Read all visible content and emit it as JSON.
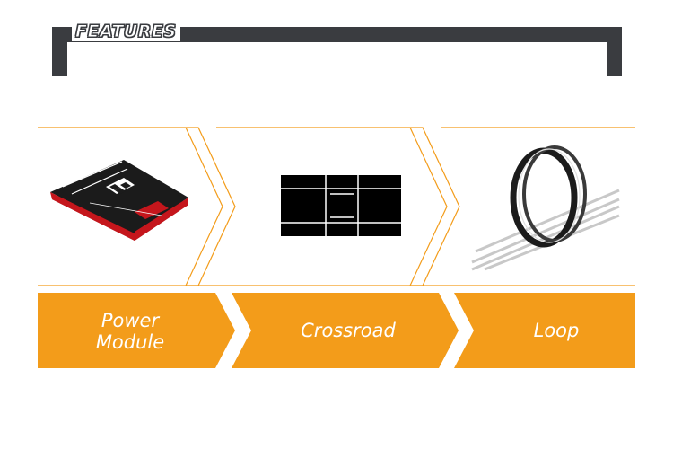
{
  "header": {
    "title": "FEATURES"
  },
  "features": [
    {
      "label": "Power\nModule",
      "icon": "power-module-icon"
    },
    {
      "label": "Crossroad",
      "icon": "crossroad-icon"
    },
    {
      "label": "Loop",
      "icon": "loop-icon"
    }
  ],
  "colors": {
    "accent": "#f39c1a",
    "frame": "#3a3c40"
  }
}
